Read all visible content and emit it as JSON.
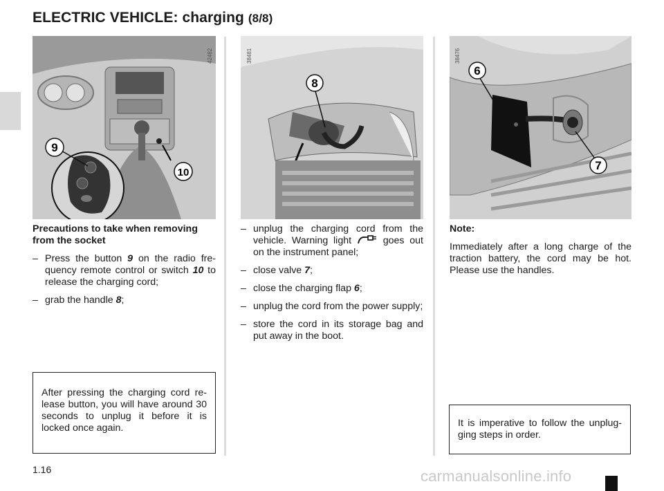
{
  "page": {
    "title": "ELECTRIC VEHICLE: charging",
    "title_suffix": "(8/8)",
    "page_number": "1.16",
    "watermark": "carmanualsonline.info"
  },
  "images": [
    {
      "ref": "42482",
      "callouts": [
        "9",
        "10"
      ]
    },
    {
      "ref": "38481",
      "callouts": [
        "8"
      ]
    },
    {
      "ref": "38476",
      "callouts": [
        "6",
        "7"
      ]
    }
  ],
  "column1": {
    "heading": "Precautions to take when removing from the socket",
    "items": [
      {
        "dash": "–",
        "parts": [
          "Press the button ",
          "9",
          " on the radio fre-quency remote control or switch ",
          "10",
          " to release the charging cord;"
        ]
      },
      {
        "dash": "–",
        "parts": [
          "grab the handle ",
          "8",
          ";"
        ]
      }
    ],
    "note_box": "After pressing the charging cord re-lease button, you will have around 30 seconds to unplug it before it is locked once again."
  },
  "column2": {
    "items": [
      {
        "dash": "–",
        "parts": [
          "unplug the charging cord from the vehicle. Warning light ",
          " goes out on the instrument panel;"
        ]
      },
      {
        "dash": "–",
        "parts": [
          "close valve ",
          "7",
          ";"
        ]
      },
      {
        "dash": "–",
        "parts": [
          "close the charging flap ",
          "6",
          ";"
        ]
      },
      {
        "dash": "–",
        "parts": [
          "unplug the cord from the power supply;"
        ]
      },
      {
        "dash": "–",
        "parts": [
          "store the cord in its storage bag and put away in the boot."
        ]
      }
    ],
    "warning_icon": "charging-plug-warning-icon"
  },
  "column3": {
    "note_heading": "Note:",
    "note_text": "Immediately after a long charge of the traction battery, the cord may be hot. Please use the handles.",
    "note_box": "It is imperative to follow the unplug-ging steps in order."
  }
}
